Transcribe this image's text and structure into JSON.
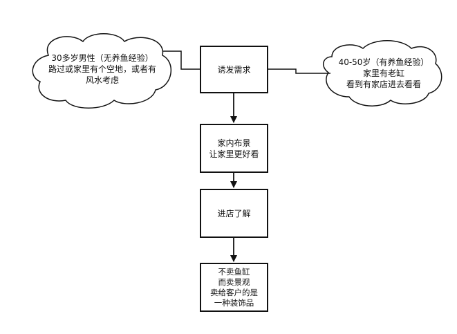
{
  "nodes": {
    "trigger": "诱发需求",
    "decor": "家内布景\n让家里更好看",
    "visit": "进店了解",
    "conclusion": "不卖鱼缸\n而卖景观\n卖给客户的是\n一种装饰品"
  },
  "clouds": {
    "left": "30多岁男性（无养鱼经验）\n路过或家里有个空地，或者有\n风水考虑",
    "right": "40-50岁（有养鱼经验）\n家里有老缸\n看到有家店进去看看"
  }
}
